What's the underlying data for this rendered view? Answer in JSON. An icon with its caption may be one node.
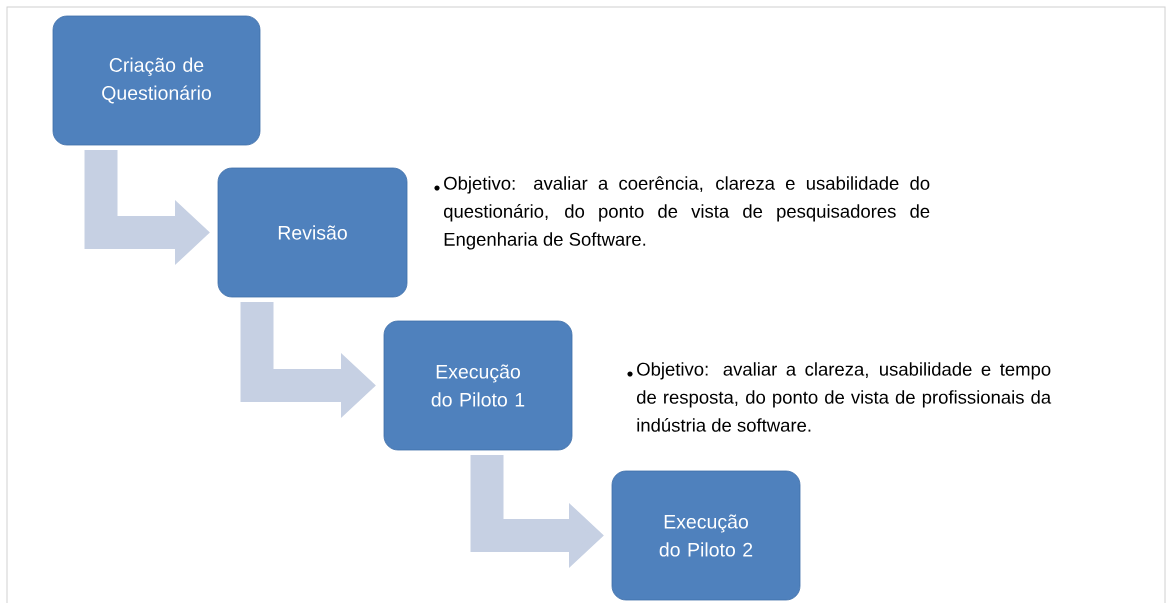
{
  "diagram": {
    "nodes": [
      {
        "text": [
          "Criação de Questionário"
        ]
      },
      {
        "text": [
          "Revisão"
        ],
        "beside": [
          "Objetivo: avaliar a coerência, clareza e usabilidade do questionário, do ponto de vista de pesquisadores de Engenharia de Software."
        ]
      },
      {
        "text": [
          "Execução do Piloto 1"
        ],
        "beside": [
          "Objetivo: avaliar a clareza, usabilidade e tempo de resposta, do ponto de vista de profissionais da indústria de software."
        ]
      },
      {
        "text": [
          "Execução do Piloto 2"
        ]
      }
    ],
    "edges": [
      {
        "from": 0,
        "to": 1,
        "arrow": "to"
      },
      {
        "from": 1,
        "to": 2,
        "arrow": "to"
      },
      {
        "from": 2,
        "to": 3,
        "arrow": "to"
      }
    ]
  }
}
